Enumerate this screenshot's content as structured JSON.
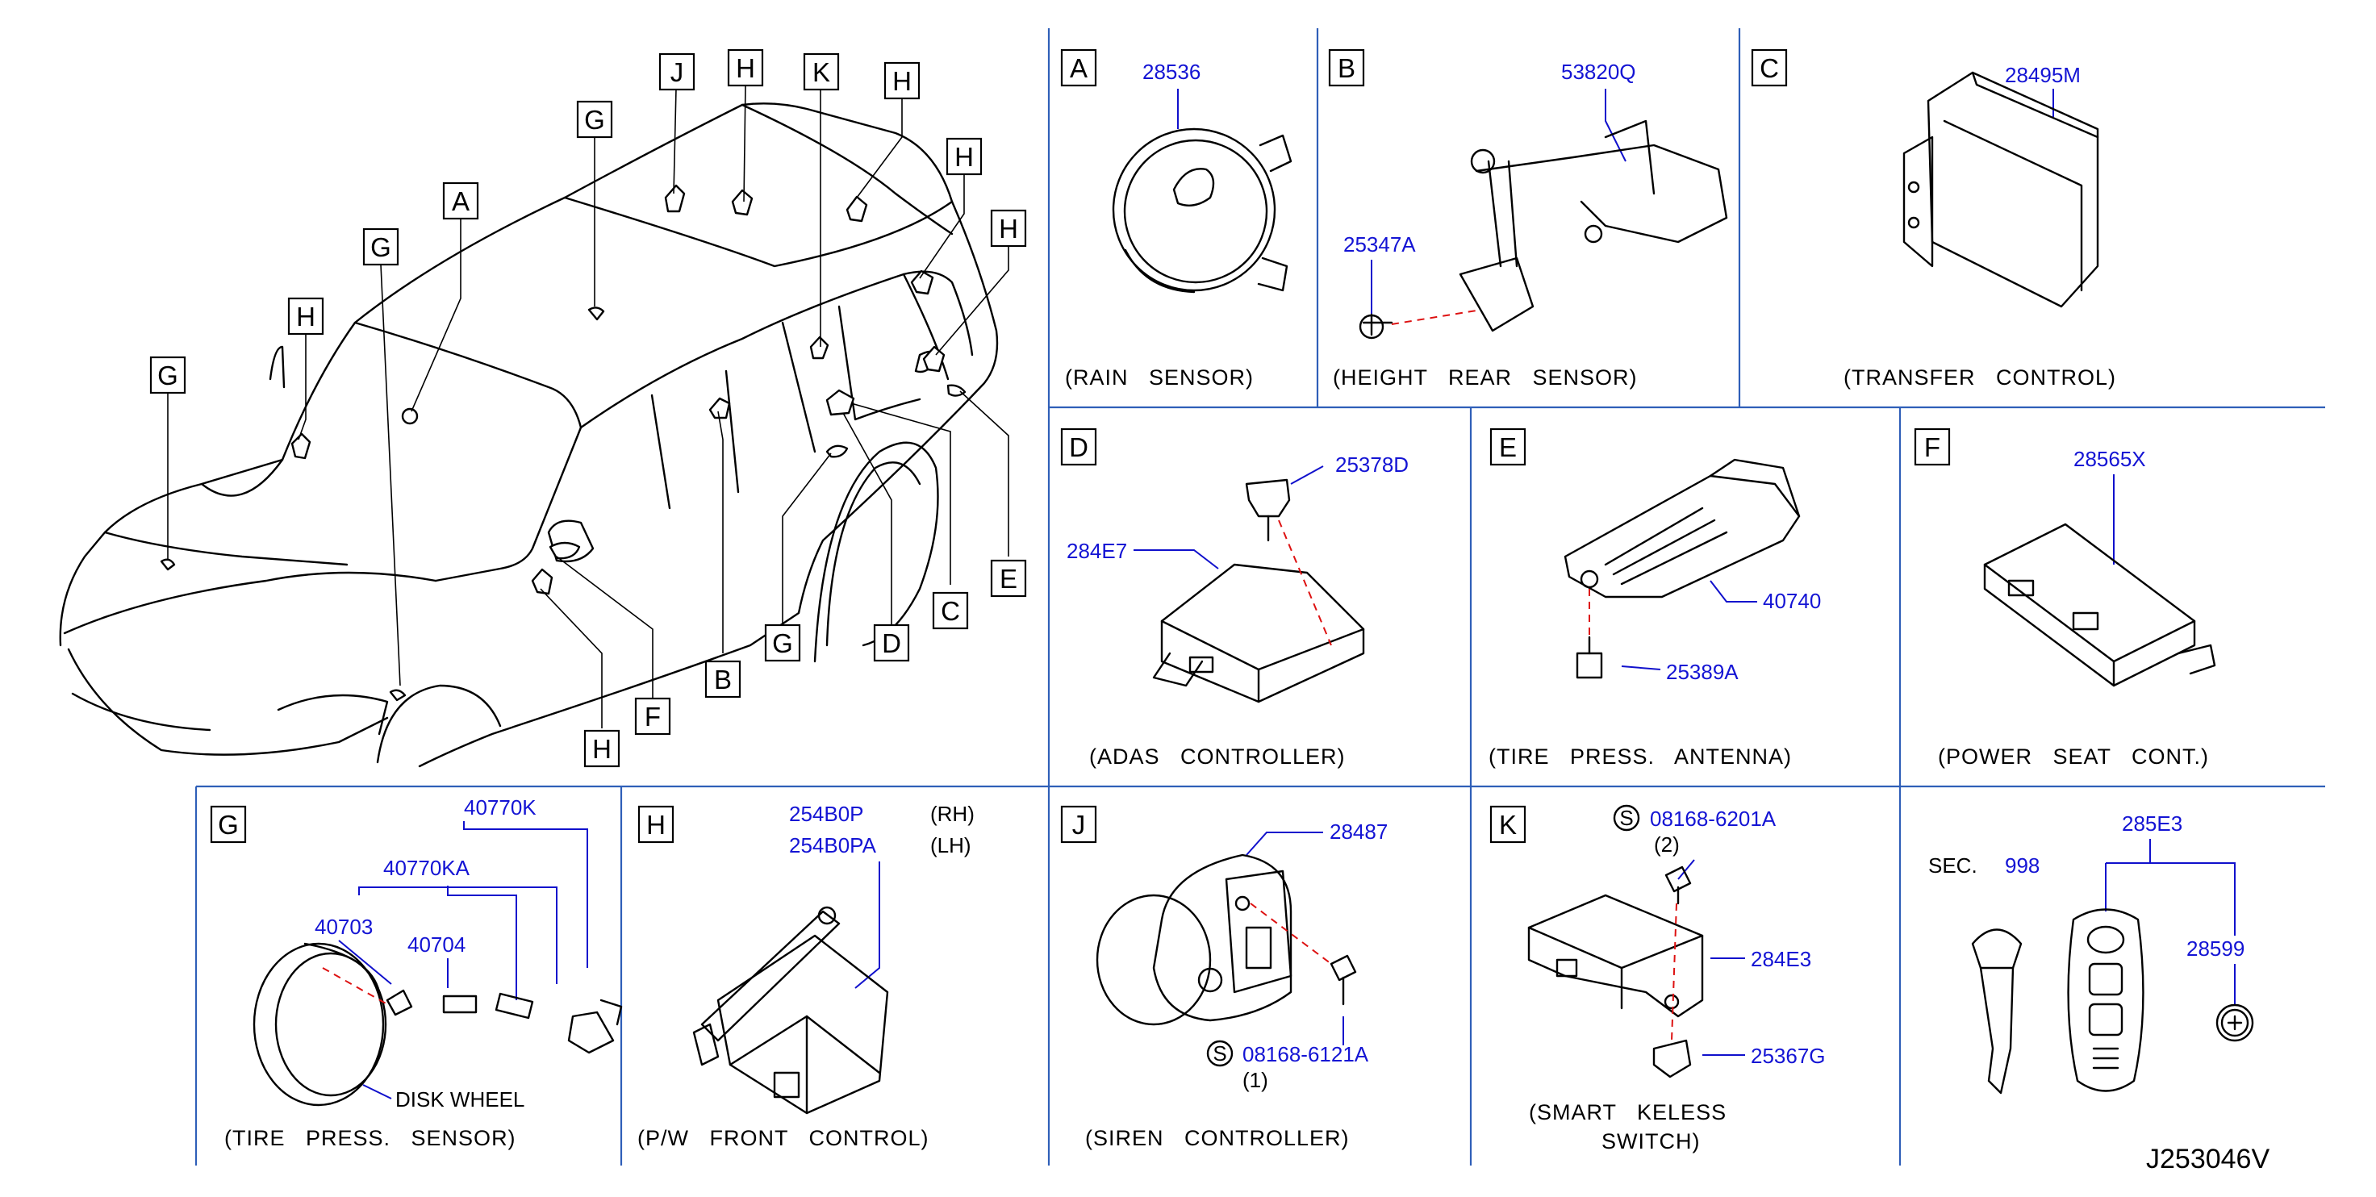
{
  "diagram_id": "J253046V",
  "vehicle_callouts": [
    "J",
    "H",
    "K",
    "H",
    "G",
    "H",
    "A",
    "H",
    "G",
    "H",
    "G",
    "E",
    "C",
    "D",
    "G",
    "B",
    "F",
    "H"
  ],
  "panels": {
    "A": {
      "letter": "A",
      "parts": [
        "28536"
      ],
      "caption": "(RAIN   SENSOR)"
    },
    "B": {
      "letter": "B",
      "parts": [
        "53820Q",
        "25347A"
      ],
      "caption": "(HEIGHT   REAR   SENSOR)"
    },
    "C": {
      "letter": "C",
      "parts": [
        "28495M"
      ],
      "caption": "(TRANSFER   CONTROL)"
    },
    "D": {
      "letter": "D",
      "parts": [
        "25378D",
        "284E7"
      ],
      "caption": "(ADAS   CONTROLLER)"
    },
    "E": {
      "letter": "E",
      "parts": [
        "40740",
        "25389A"
      ],
      "caption": "(TIRE   PRESS.   ANTENNA)"
    },
    "F": {
      "letter": "F",
      "parts": [
        "28565X"
      ],
      "caption": "(POWER   SEAT   CONT.)"
    },
    "G": {
      "letter": "G",
      "parts": [
        "40770K",
        "40770KA",
        "40703",
        "40704"
      ],
      "sub_label": "DISK   WHEEL",
      "caption": "(TIRE   PRESS.   SENSOR)"
    },
    "H": {
      "letter": "H",
      "parts": [
        "254B0P",
        "254B0PA"
      ],
      "sides": [
        "(RH)",
        "(LH)"
      ],
      "caption": "(P/W   FRONT   CONTROL)"
    },
    "J": {
      "letter": "J",
      "parts": [
        "28487",
        "08168-6121A"
      ],
      "qty": "(1)",
      "s_mark": "S",
      "caption": "(SIREN   CONTROLLER)"
    },
    "K": {
      "letter": "K",
      "parts": [
        "08168-6201A",
        "284E3",
        "25367G"
      ],
      "qty": "(2)",
      "s_mark": "S",
      "caption_line1": "(SMART   KELESS",
      "caption_line2": "SWITCH)"
    },
    "L": {
      "sec_label": "SEC.",
      "sec_number": "998",
      "parts": [
        "285E3",
        "28599"
      ]
    }
  },
  "colors": {
    "part_number": "#1414d4",
    "grid_line": "#2f5fb8",
    "leader": "#1010cc",
    "center_line": "#dd1111"
  }
}
